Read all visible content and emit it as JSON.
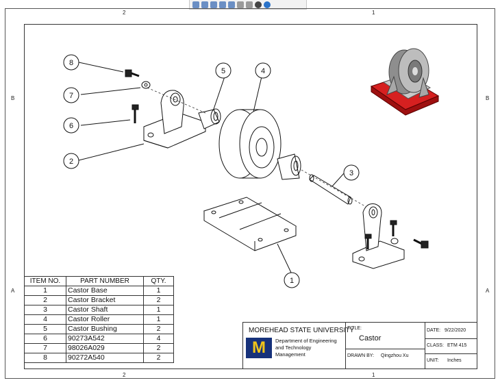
{
  "zones": {
    "top": [
      "2",
      "1"
    ],
    "bottom": [
      "2",
      "1"
    ],
    "left": [
      "B",
      "A"
    ],
    "right": [
      "B",
      "A"
    ]
  },
  "balloons": [
    "1",
    "2",
    "3",
    "4",
    "5",
    "6",
    "7",
    "8"
  ],
  "bom": {
    "headers": [
      "ITEM NO.",
      "PART NUMBER",
      "QTY."
    ],
    "rows": [
      [
        "1",
        "Castor Base",
        "1"
      ],
      [
        "2",
        "Castor Bracket",
        "2"
      ],
      [
        "3",
        "Castor Shaft",
        "1"
      ],
      [
        "4",
        "Castor Roller",
        "1"
      ],
      [
        "5",
        "Castor Bushing",
        "2"
      ],
      [
        "6",
        "90273A542",
        "4"
      ],
      [
        "7",
        "98026A029",
        "2"
      ],
      [
        "8",
        "90272A540",
        "2"
      ]
    ]
  },
  "title_block": {
    "university": "MOREHEAD STATE UNIVERSITY",
    "dept_line1": "Department of Engineering",
    "dept_line2": "and Technology",
    "dept_line3": "Management",
    "logo_letter": "M",
    "title_label": "TITLE:",
    "title": "Castor",
    "drawn_by_label": "DRAWN BY:",
    "drawn_by": "Qingzhou Xu",
    "date_label": "DATE:",
    "date": "9/22/2020",
    "class_label": "CLASS:",
    "class_value": "ETM 415",
    "unit_label": "UNIT:",
    "unit_value": "Inches"
  }
}
